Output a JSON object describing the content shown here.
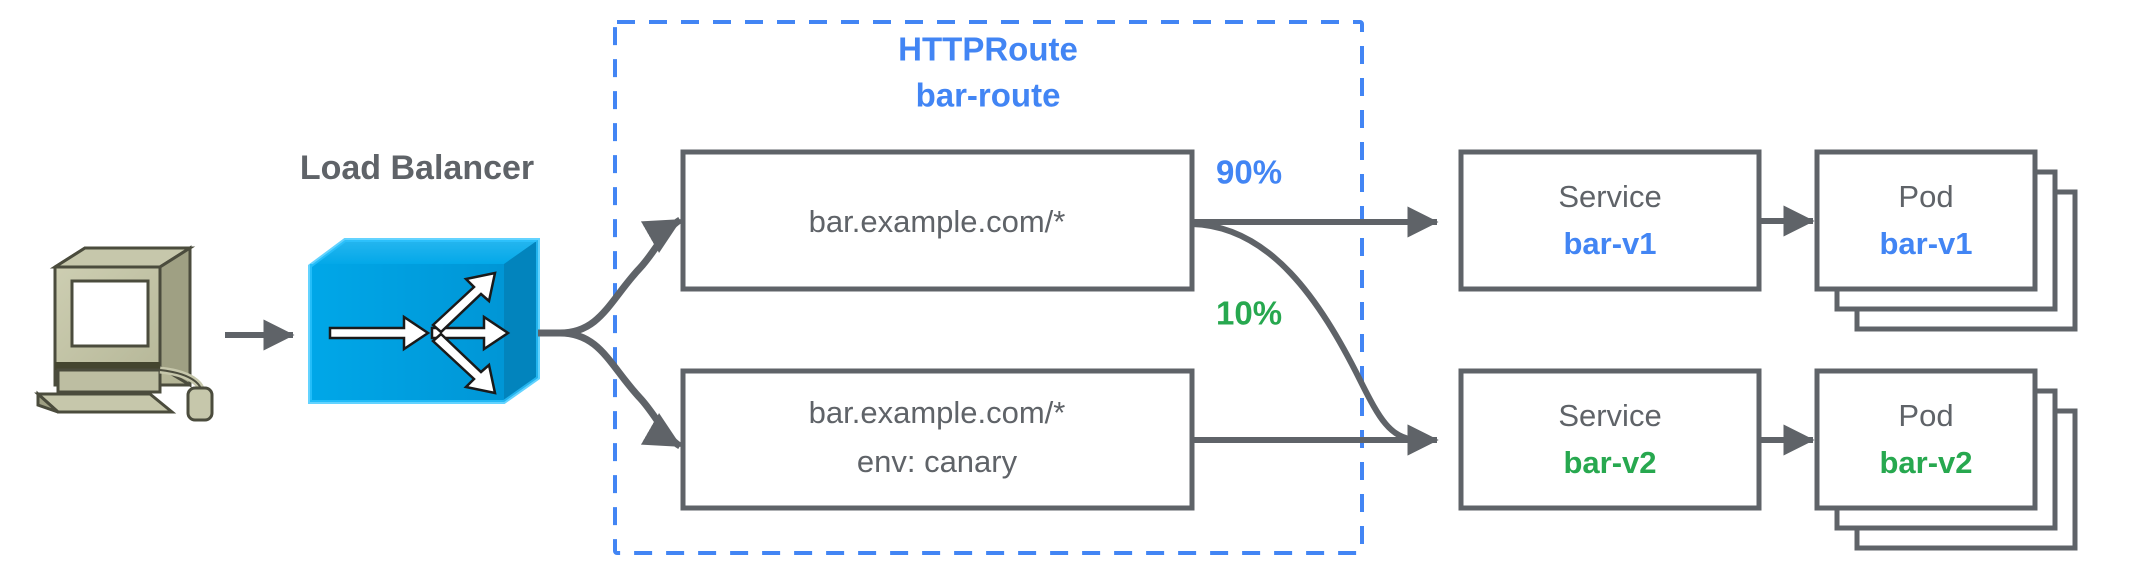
{
  "diagram": {
    "title_region": {
      "httproute_kind": "HTTPRoute",
      "httproute_name": "bar-route"
    },
    "load_balancer": {
      "label": "Load Balancer",
      "icon": "load-balancer-switch-icon",
      "color": "#00a1e0"
    },
    "client": {
      "icon": "desktop-computer-icon",
      "color": "#b5b69a"
    },
    "colors": {
      "blue": "#4285f4",
      "green": "#27a84f",
      "gray": "#5f6368",
      "boundary": "#4285f4"
    },
    "rules": [
      {
        "id": "rule-primary",
        "match_lines": [
          "bar.example.com/*"
        ],
        "weight_label": "90%",
        "weight_color": "#4285f4"
      },
      {
        "id": "rule-canary",
        "match_lines": [
          "bar.example.com/*",
          "env: canary"
        ],
        "weight_label": "10%",
        "weight_color": "#27a84f"
      }
    ],
    "backends": [
      {
        "id": "backend-v1",
        "service_kind": "Service",
        "service_name": "bar-v1",
        "service_color": "#4285f4",
        "pod_kind": "Pod",
        "pod_name": "bar-v1",
        "pod_color": "#4285f4",
        "pod_replicas": 3
      },
      {
        "id": "backend-v2",
        "service_kind": "Service",
        "service_name": "bar-v2",
        "service_color": "#27a84f",
        "pod_kind": "Pod",
        "pod_name": "bar-v2",
        "pod_color": "#27a84f",
        "pod_replicas": 3
      }
    ]
  }
}
